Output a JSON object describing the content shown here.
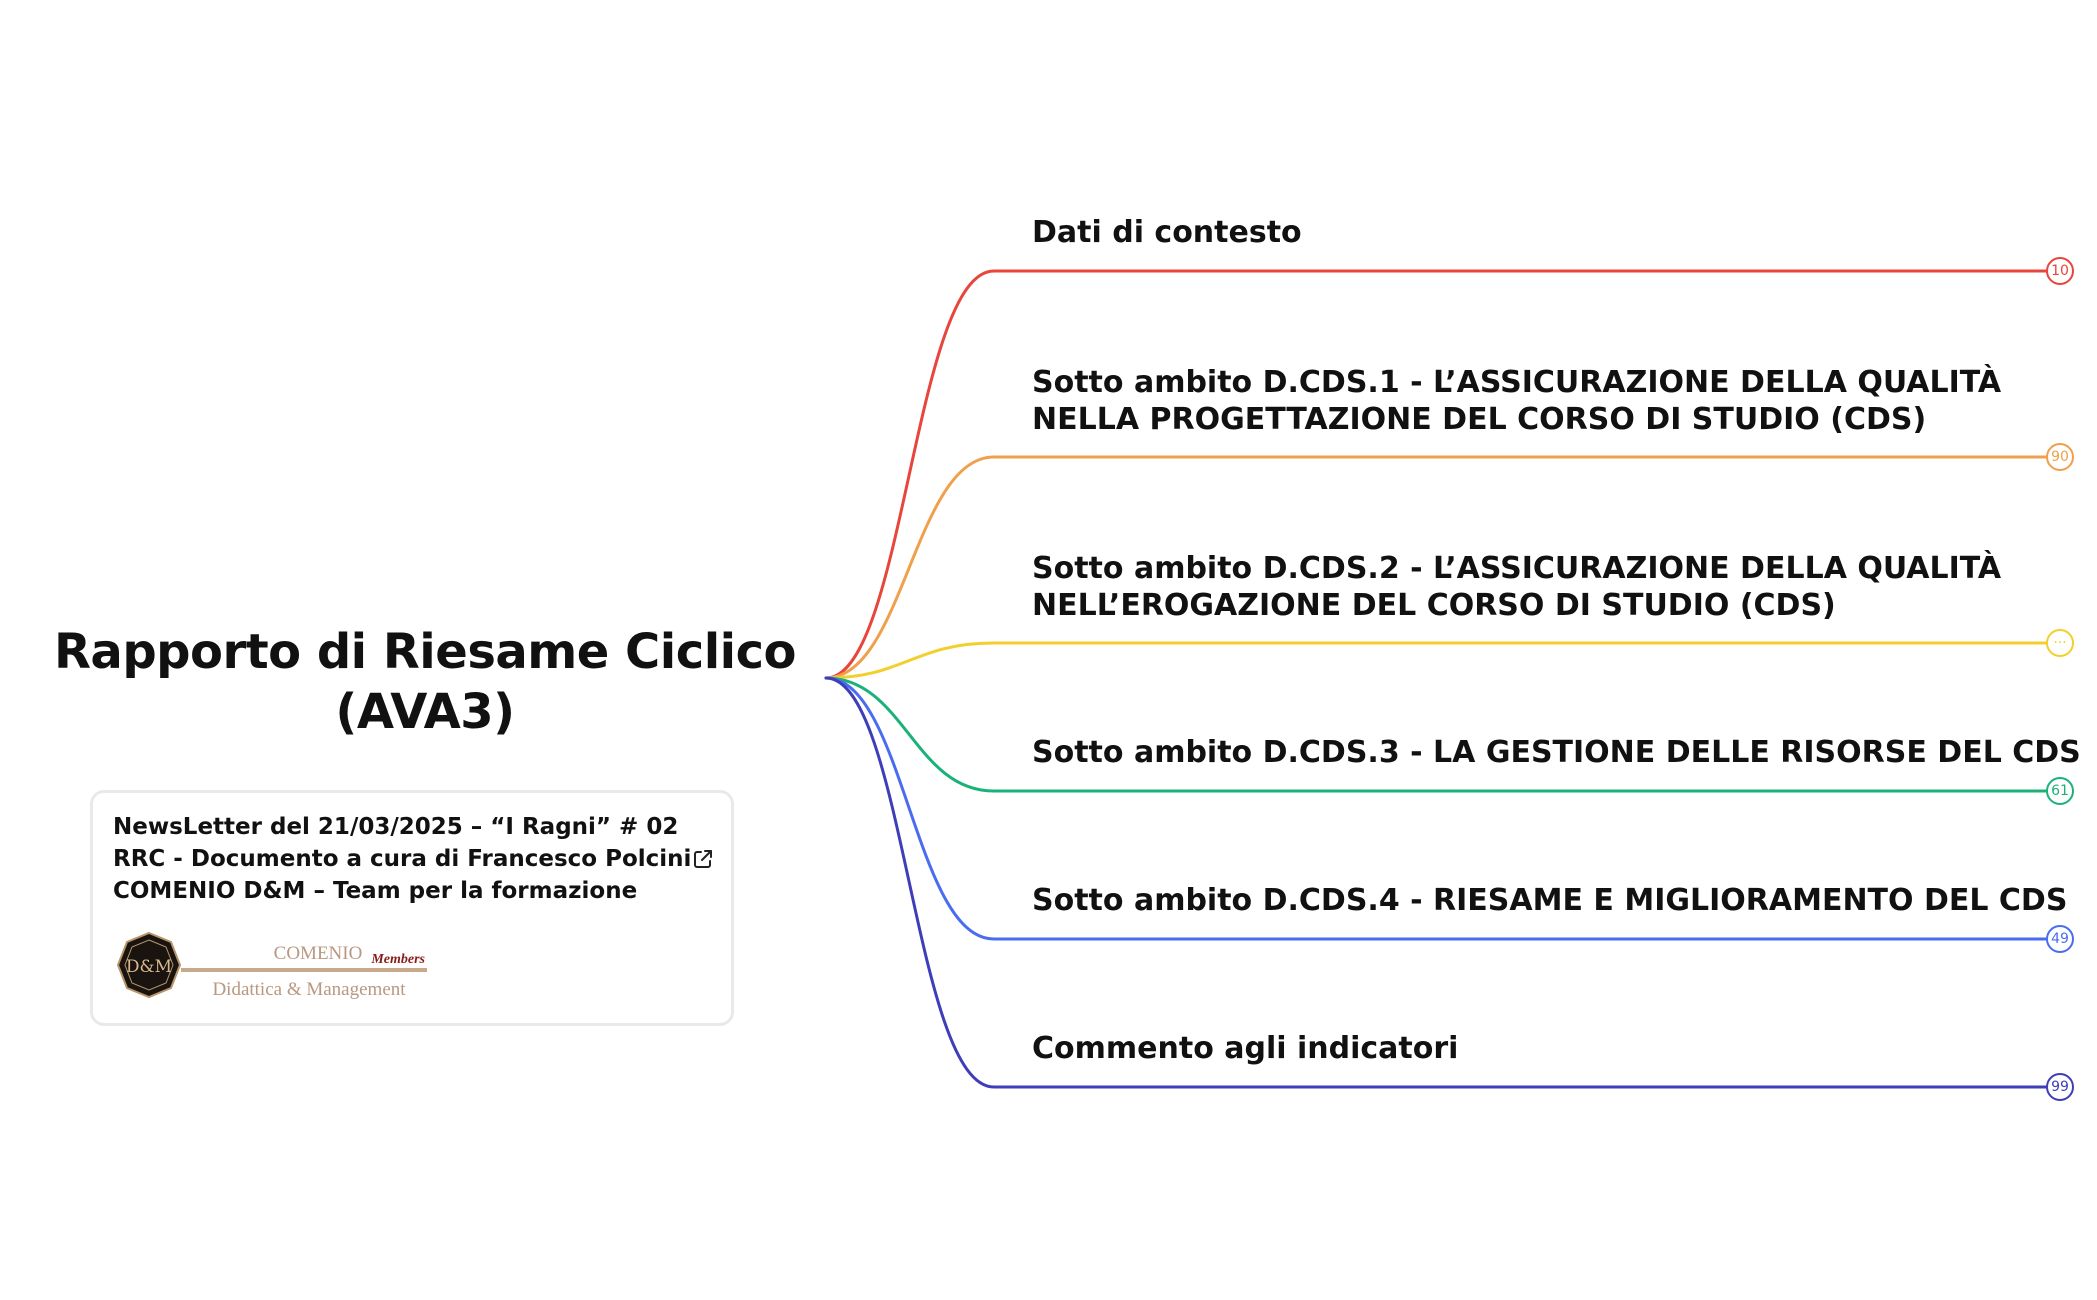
{
  "root": {
    "title_line1": "Rapporto di Riesame Ciclico",
    "title_line2": "(AVA3)"
  },
  "card": {
    "line1": "NewsLetter del 21/03/2025 – “I Ragni” # 02",
    "line2": "RRC - Documento a cura di Francesco Polcini",
    "line3": "COMENIO D&M – Team per la formazione",
    "link_icon": "external-link-icon",
    "logo": {
      "monogram": "D&M",
      "name": "COMENIO",
      "tag": "Members",
      "subtitle": "Didattica & Management"
    }
  },
  "branches": [
    {
      "line1": "Dati di contesto",
      "line2": "",
      "badge": "10",
      "color": "#e8453c"
    },
    {
      "line1": "Sotto ambito D.CDS.1 - L’ASSICURAZIONE DELLA QUALITÀ",
      "line2": "NELLA PROGETTAZIONE DEL CORSO DI STUDIO (CDS)",
      "badge": "90",
      "color": "#f0a04b"
    },
    {
      "line1": "Sotto ambito D.CDS.2 - L’ASSICURAZIONE DELLA QUALITÀ",
      "line2": "NELL’EROGAZIONE DEL CORSO DI STUDIO (CDS)",
      "badge": "···",
      "color": "#f2cf2c"
    },
    {
      "line1": "Sotto ambito D.CDS.3 - LA GESTIONE DELLE RISORSE DEL CDS",
      "line2": "",
      "badge": "61",
      "color": "#1bb27a"
    },
    {
      "line1": "Sotto ambito D.CDS.4 - RIESAME E MIGLIORAMENTO DEL CDS",
      "line2": "",
      "badge": "49",
      "color": "#4a6cf0"
    },
    {
      "line1": "Commento agli indicatori",
      "line2": "",
      "badge": "99",
      "color": "#3e3eb8"
    }
  ]
}
